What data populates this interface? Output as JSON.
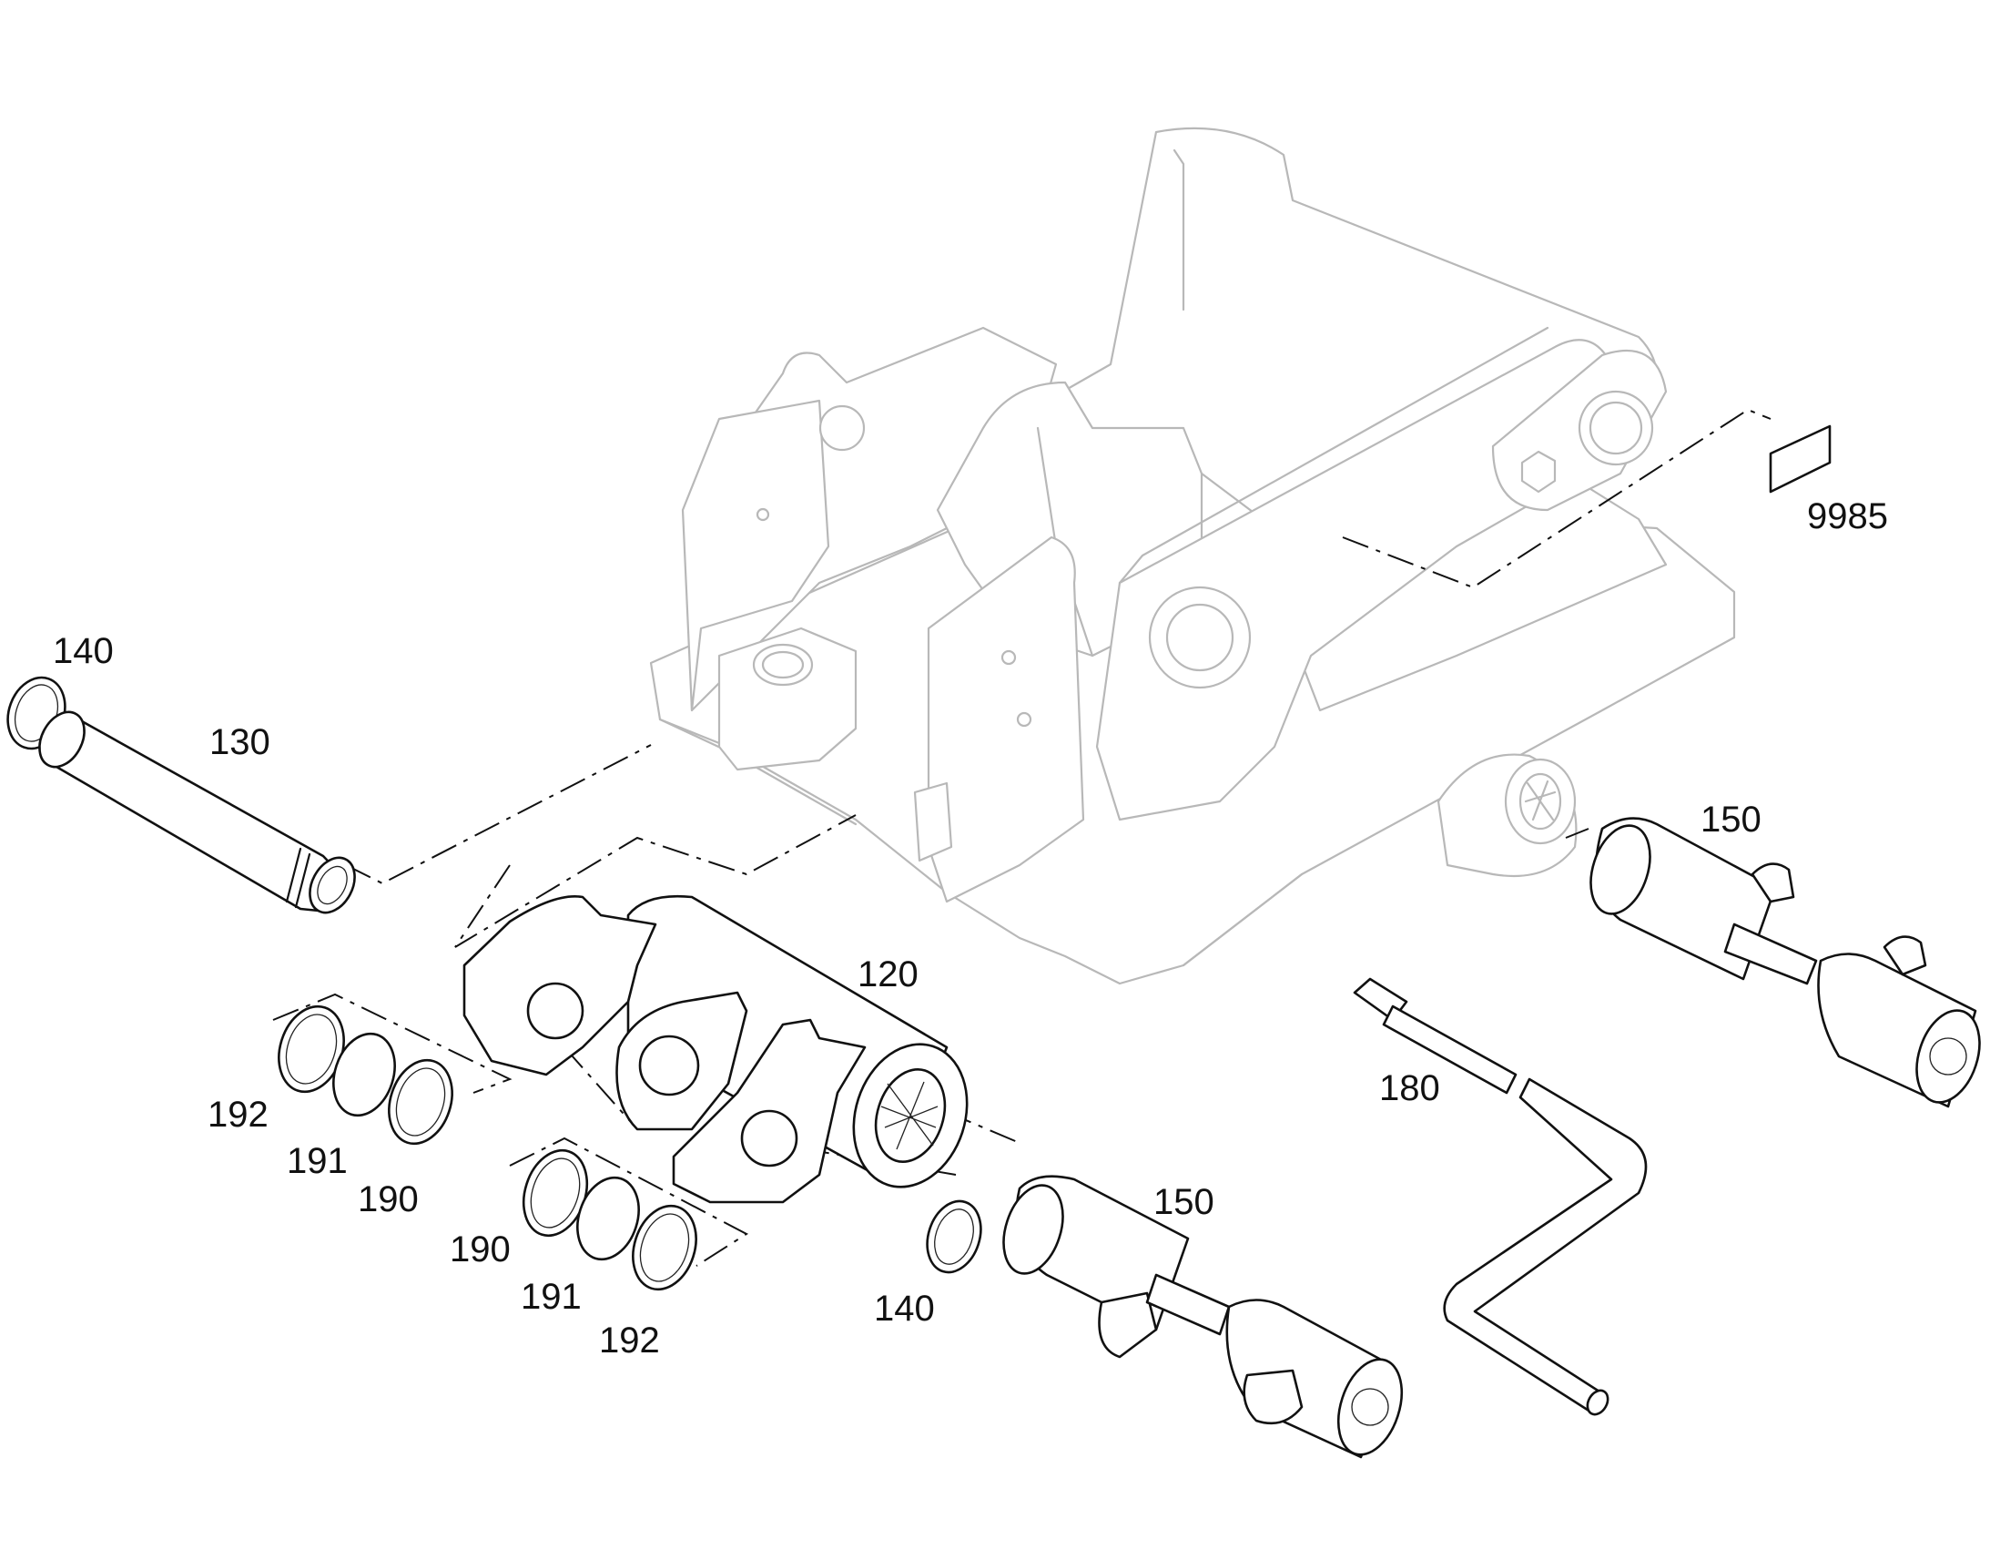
{
  "callouts": {
    "c9985": "9985",
    "c140a": "140",
    "c130": "130",
    "c150a": "150",
    "c120": "120",
    "c180": "180",
    "c192a": "192",
    "c191a": "191",
    "c190a": "190",
    "c150b": "150",
    "c190b": "190",
    "c191b": "191",
    "c140b": "140",
    "c192b": "192"
  },
  "colors": {
    "ghost_outline": "#b8b8b8",
    "part_outline": "#111111",
    "background": "#ffffff"
  }
}
